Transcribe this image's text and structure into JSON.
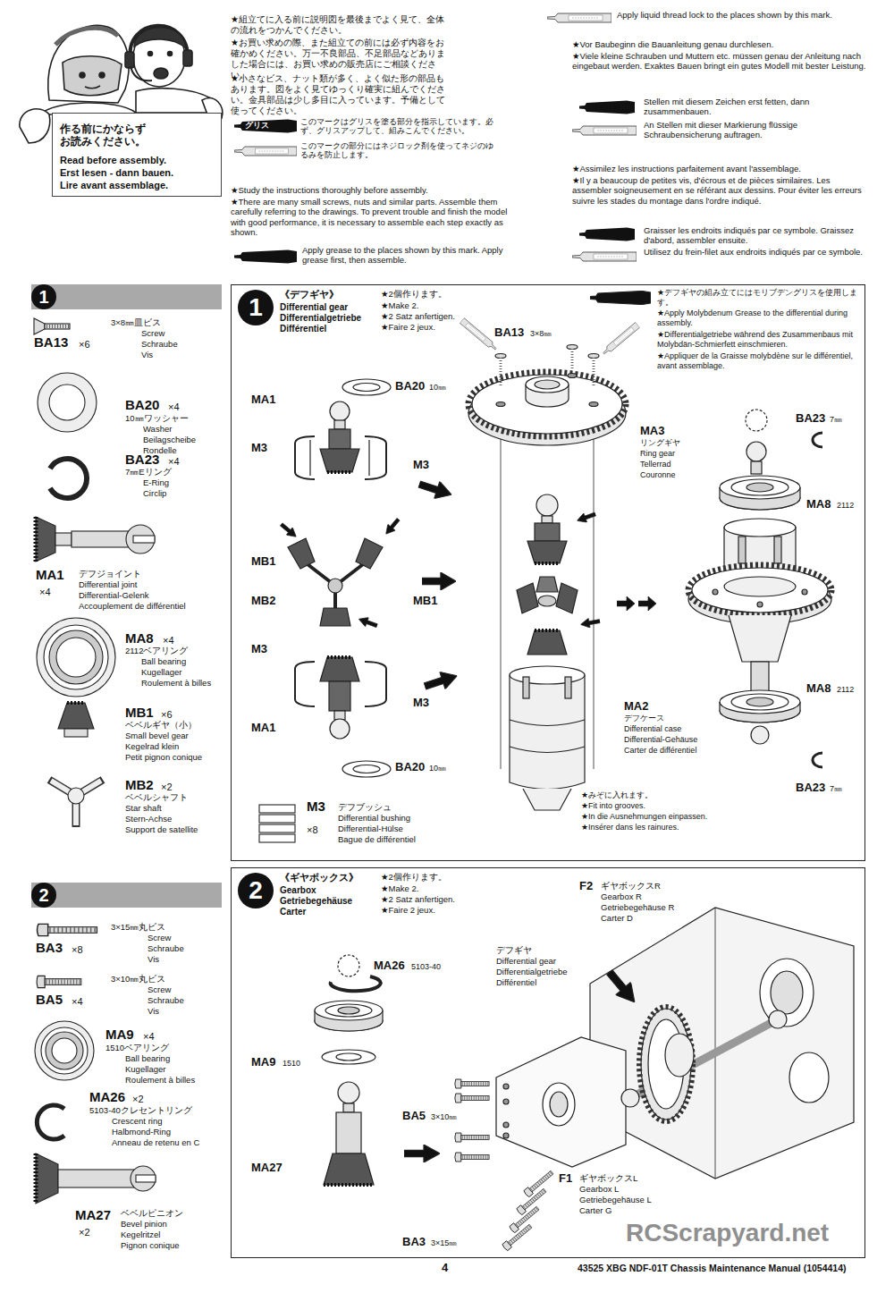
{
  "diagram": {
    "nodes": [
      {
        "text": [
          "作る前にかならず お読みください。",
          "Read before assembly.",
          "Erst lesen - dann bauen.",
          "Lire avant assemblage."
        ]
      },
      {
        "text": [
          "1"
        ]
      },
      {
        "text": [
          "《デフギヤ》",
          "Differential gear",
          "Differentialgetriebe",
          "Différentiel",
          "★2個作ります。",
          "★Make 2.",
          "★2 Satz anfertigen.",
          "★Faire 2 jeux."
        ]
      },
      {
        "text": [
          "1"
        ],
        "in": 2
      },
      {
        "text": [
          "2"
        ]
      },
      {
        "text": [
          "《ギヤボックス》",
          "Gearbox",
          "Getriebegehäuse",
          "Carter",
          "★2個作ります。",
          "★Make 2.",
          "★2 Satz anfertigen.",
          "★Faire 2 jeux."
        ]
      },
      {
        "text": [
          "2"
        ],
        "in": 5
      }
    ],
    "labels": [
      "★組立てに入る前に説明図を最後までよく見て、全体の流れをつかんでください。",
      "★お買い求めの際、また組立ての前には必ず内容をお確かめください。万一不良部品、不足部品などありました場合には、お買い求めの販売店にご相談ください。",
      "★小さなビス、ナット類が多く、よく似た形の部品もあります。図をよく見てゆっくり確実に組んでください。金具部品は少し多目に入っています。予備として使ってください。",
      "グリス",
      "このマークはグリスを塗る部分を指示しています。必ず、グリスアップして、組みこんでください。",
      "このマークの部分にはネジロック剤を使ってネジのゆるみを防止します。",
      "★Study the instructions thoroughly before assembly.",
      "★There are many small screws, nuts and similar parts. Assemble them carefully referring to the drawings. To prevent trouble and finish the model with good performance, it is necessary to assemble each step exactly as shown.",
      "Apply grease to the places shown by this mark. Apply grease first, then assemble.",
      "Apply liquid thread lock to the places shown by this mark.",
      "★Vor Baubeginn die Bauanleitung genau durchlesen.",
      "★Viele kleine Schrauben und Muttern etc. müssen genau der Anleitung nach eingebaut werden. Exaktes Bauen bringt ein gutes Modell mit bester Leistung.",
      "Stellen mit diesem Zeichen erst fetten, dann zusammenbauen.",
      "An Stellen mit dieser Markierung flüssige Schraubensicherung auftragen.",
      "★Assimilez les instructions parfaitement avant l'assemblage.",
      "★Il y a beaucoup de petites vis, d'écrous et de pièces similaires. Les assembler soigneusement en se référant aux dessins. Pour éviter les erreurs suivre les stades du montage dans l'ordre indiqué.",
      "Graisser les endroits indiqués par ce symbole. Graissez d'abord, assembler ensuite.",
      "Utilisez du frein-filet aux endroits indiqués par ce symbole.",
      "BA13",
      "×6",
      "3×8㎜皿ビス",
      "Screw",
      "Schraube",
      "Vis",
      "BA20",
      "×4",
      "10㎜ワッシャー",
      "Washer",
      "Beilagscheibe",
      "Rondelle",
      "BA23",
      "×4",
      "7㎜Eリング",
      "E-Ring",
      "Circlip",
      "MA1",
      "×4",
      "デフジョイント",
      "Differential joint",
      "Differential-Gelenk",
      "Accouplement de différentiel",
      "MA8",
      "×4",
      "2112ベアリング",
      "Ball bearing",
      "Kugellager",
      "Roulement à billes",
      "MB1",
      "×6",
      "ベベルギヤ（小）",
      "Small bevel gear",
      "Kegelrad klein",
      "Petit pignon conique",
      "MB2",
      "×2",
      "ベベルシャフト",
      "Star shaft",
      "Stern-Achse",
      "Support de satellite",
      "★デフギヤの組み立てにはモリブデングリスを使用します。",
      "★Apply Molybdenum Grease to the differential during assembly.",
      "★Differentialgetriebe während des Zusammenbaus mit Molybdän-Schmierfett einschmieren.",
      "★Appliquer de la Graisse molybdène sur le différentiel, avant assemblage.",
      "BA13",
      "3×8㎜",
      "BA20",
      "10㎜",
      "MA1",
      "M3",
      "M3",
      "MB1",
      "MB2",
      "MB1",
      "M3",
      "M3",
      "MA1",
      "BA20",
      "10㎜",
      "MA3",
      "リングギヤ",
      "Ring gear",
      "Tellerrad",
      "Couronne",
      "BA23",
      "7㎜",
      "MA8",
      "2112",
      "MA2",
      "デフケース",
      "Differential case",
      "Differential-Gehäuse",
      "Carter de différentiel",
      "MA8",
      "2112",
      "BA23",
      "7㎜",
      "M3",
      "×8",
      "デフブッシュ",
      "Differential bushing",
      "Differential-Hülse",
      "Bague de différentiel",
      "★みぞに入れます。",
      "★Fit into grooves.",
      "★In die Ausnehmungen einpassen.",
      "★Insérer dans les rainures.",
      "BA3",
      "×8",
      "3×15㎜丸ビス",
      "Screw",
      "Schraube",
      "Vis",
      "BA5",
      "×4",
      "3×10㎜丸ビス",
      "Screw",
      "Schraube",
      "Vis",
      "MA9",
      "×4",
      "1510ベアリング",
      "Ball bearing",
      "Kugellager",
      "Roulement à billes",
      "MA26",
      "×2",
      "5103-40クレセントリング",
      "Crescent ring",
      "Halbmond-Ring",
      "Anneau de retenu en C",
      "MA27",
      "×2",
      "ベベルピニオン",
      "Bevel pinion",
      "Kegelritzel",
      "Pignon conique",
      "F2",
      "ギヤボックスR",
      "Gearbox R",
      "Getriebegehäuse R",
      "Carter D",
      "デフギヤ",
      "Differential gear",
      "Differentialgetriebe",
      "Différentiel",
      "MA26",
      "5103-40",
      "MA9",
      "1510",
      "MA27",
      "BA5",
      "3×10㎜",
      "F1",
      "ギヤボックスL",
      "Gearbox L",
      "Getriebegehäuse L",
      "Carter G",
      "BA3",
      "3×15㎜",
      "4",
      "43525 XBG NDF-01T Chassis Maintenance Manual (1054414)",
      "RCScrapyard.net"
    ]
  }
}
